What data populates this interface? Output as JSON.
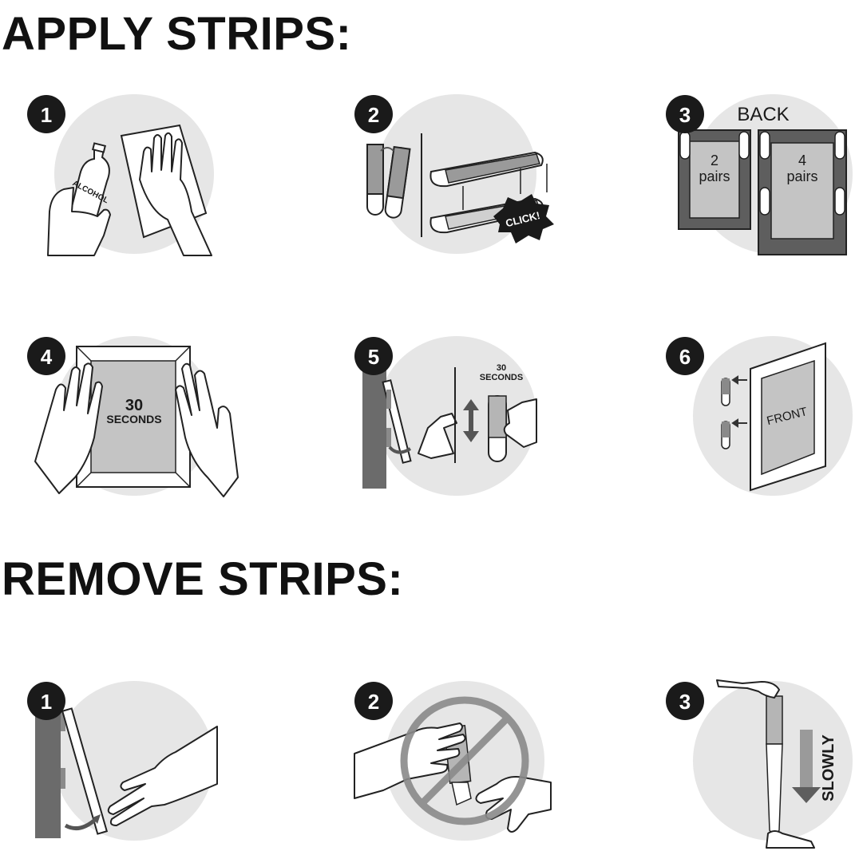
{
  "apply": {
    "heading": "APPLY STRIPS:",
    "steps": [
      {
        "number": "1",
        "bottle_label": "ALCOHOL"
      },
      {
        "number": "2",
        "click_label": "CLICK!"
      },
      {
        "number": "3",
        "back_label": "BACK",
        "small_frame_count": "2",
        "small_frame_unit": "pairs",
        "large_frame_count": "4",
        "large_frame_unit": "pairs"
      },
      {
        "number": "4",
        "time_value": "30",
        "time_unit": "SECONDS"
      },
      {
        "number": "5",
        "time_value": "30",
        "time_unit": "SECONDS"
      },
      {
        "number": "6",
        "front_label": "FRONT"
      }
    ]
  },
  "remove": {
    "heading": "REMOVE STRIPS:",
    "steps": [
      {
        "number": "1"
      },
      {
        "number": "2"
      },
      {
        "number": "3",
        "direction_label": "SLOWLY"
      }
    ]
  },
  "colors": {
    "badge": "#1a1a1a",
    "circle": "#e6e6e6",
    "wall": "#6b6b6b",
    "strip": "#8a8a8a",
    "line": "#222222"
  }
}
